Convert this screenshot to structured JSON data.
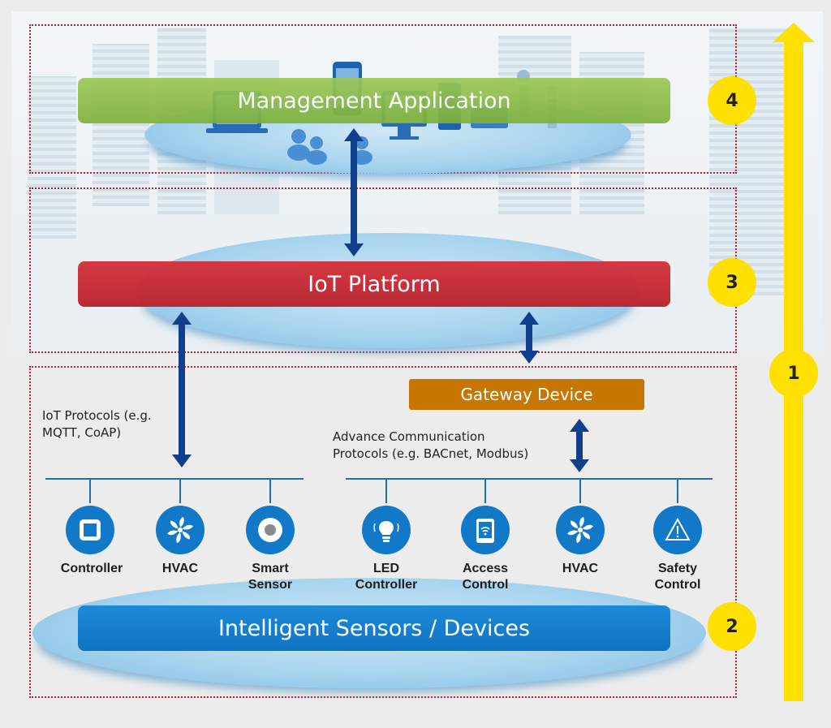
{
  "layers": {
    "management": {
      "label": "Management Application",
      "badge": "4"
    },
    "platform": {
      "label": "IoT Platform",
      "badge": "3"
    },
    "devices": {
      "label": "Intelligent Sensors / Devices",
      "badge": "2"
    },
    "overall_badge": "1"
  },
  "gateway": {
    "label": "Gateway Device"
  },
  "notes": {
    "iot_protocols": "IoT Protocols (e.g.\nMQTT, CoAP)",
    "advance_protocols": "Advance Communication\nProtocols (e.g. BACnet, Modbus)"
  },
  "devices": [
    {
      "label": "Controller",
      "icon": "controller-icon"
    },
    {
      "label": "HVAC",
      "icon": "fan-icon"
    },
    {
      "label": "Smart\nSensor",
      "icon": "sensor-icon"
    },
    {
      "label": "LED\nController",
      "icon": "bulb-icon"
    },
    {
      "label": "Access\nControl",
      "icon": "tablet-wifi-icon"
    },
    {
      "label": "HVAC",
      "icon": "fan-icon"
    },
    {
      "label": "Safety\nControl",
      "icon": "warning-icon"
    }
  ],
  "colors": {
    "management": "#8cbd48",
    "platform": "#c8262f",
    "gateway": "#c77700",
    "devices": "#1480cf",
    "badge": "#ffe000",
    "frame": "#c01e2a",
    "arrow": "#123f8c"
  }
}
